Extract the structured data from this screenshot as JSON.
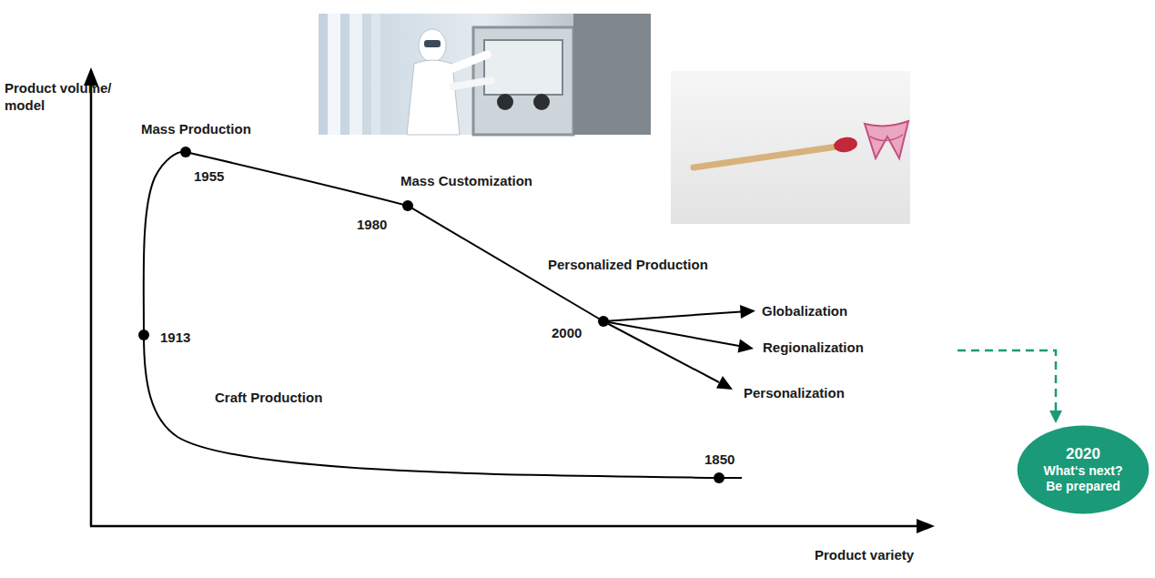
{
  "diagram": {
    "nodes": [
      {
        "text": [
          "2020",
          "What‘s next?",
          "Be prepared"
        ]
      }
    ],
    "labels": [
      "Product volume/ model",
      "Mass Production",
      "1955",
      "Mass Customization",
      "1980",
      "Personalized Production",
      "2000",
      "Globalization",
      "Regionalization",
      "Personalization",
      "1913",
      "Craft Production",
      "1850",
      "Product variety"
    ]
  }
}
